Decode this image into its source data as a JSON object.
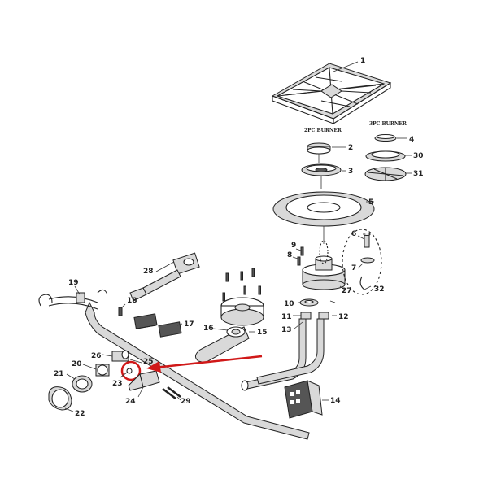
{
  "colors": {
    "ink": "#222222",
    "highlight": "#d01818",
    "metal": "#d9d9d9"
  },
  "section_labels": {
    "burner_2pc": "2PC BURNER",
    "burner_3pc": "3PC BURNER"
  },
  "parts": [
    {
      "id": "p1",
      "label": "1"
    },
    {
      "id": "p2",
      "label": "2"
    },
    {
      "id": "p3",
      "label": "3"
    },
    {
      "id": "p4",
      "label": "4"
    },
    {
      "id": "p5",
      "label": "5"
    },
    {
      "id": "p6",
      "label": "6"
    },
    {
      "id": "p7",
      "label": "7"
    },
    {
      "id": "p8",
      "label": "8"
    },
    {
      "id": "p9",
      "label": "9"
    },
    {
      "id": "p10",
      "label": "10"
    },
    {
      "id": "p11",
      "label": "11"
    },
    {
      "id": "p12",
      "label": "12"
    },
    {
      "id": "p13",
      "label": "13"
    },
    {
      "id": "p14",
      "label": "14"
    },
    {
      "id": "p15",
      "label": "15"
    },
    {
      "id": "p16",
      "label": "16"
    },
    {
      "id": "p17",
      "label": "17"
    },
    {
      "id": "p18",
      "label": "18"
    },
    {
      "id": "p19",
      "label": "19"
    },
    {
      "id": "p20",
      "label": "20"
    },
    {
      "id": "p21",
      "label": "21"
    },
    {
      "id": "p22",
      "label": "22"
    },
    {
      "id": "p23",
      "label": "23"
    },
    {
      "id": "p24",
      "label": "24"
    },
    {
      "id": "p25",
      "label": "25"
    },
    {
      "id": "p26",
      "label": "26"
    },
    {
      "id": "p27",
      "label": "27"
    },
    {
      "id": "p28",
      "label": "28"
    },
    {
      "id": "p29",
      "label": "29"
    },
    {
      "id": "p30",
      "label": "30"
    },
    {
      "id": "p31",
      "label": "31"
    },
    {
      "id": "p32",
      "label": "32"
    }
  ],
  "highlighted_part": "23"
}
